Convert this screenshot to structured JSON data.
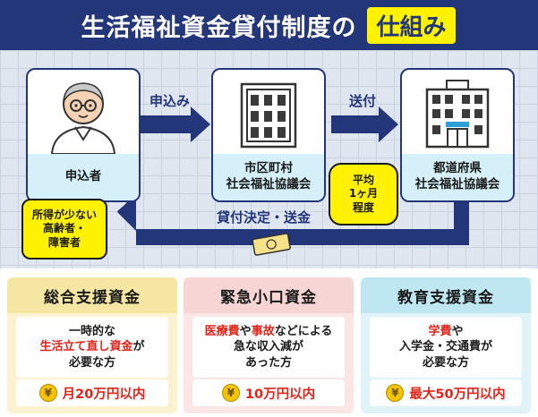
{
  "title": {
    "main": "生活福祉資金貸付制度の",
    "badge": "仕組み"
  },
  "flow": {
    "applicant": {
      "label": "申込者",
      "icon": "elderly-person-icon"
    },
    "municipal": {
      "line1": "市区町村",
      "line2": "社会福祉協議会",
      "icon": "office-building-icon"
    },
    "prefectural": {
      "line1": "都道府県",
      "line2": "社会福祉協議会",
      "icon": "government-building-icon"
    },
    "arrow_apply": "申込み",
    "arrow_send": "送付",
    "arrow_return": "貸付決定・送金",
    "callout_target": [
      "所得が少ない",
      "高齢者・",
      "障害者"
    ],
    "callout_period": [
      "平均",
      "1ヶ月",
      "程度"
    ],
    "money_icon": "cash-bill-icon"
  },
  "cards": [
    {
      "title": "総合支援資金",
      "body": [
        {
          "text": "一時的な",
          "highlight": false
        },
        {
          "segments": [
            {
              "t": "生活立て直し資金",
              "red": true
            },
            {
              "t": "が",
              "red": false
            }
          ]
        },
        {
          "text": "必要な方",
          "highlight": false
        }
      ],
      "amount": "月20万円以内",
      "head_color": "#f5e7a3",
      "bg_color": "#fbf3cf"
    },
    {
      "title": "緊急小口資金",
      "body": [
        {
          "segments": [
            {
              "t": "医療費",
              "red": true
            },
            {
              "t": "や",
              "red": false
            },
            {
              "t": "事故",
              "red": true
            },
            {
              "t": "などによる",
              "red": false
            }
          ]
        },
        {
          "text": "急な収入減が",
          "highlight": false
        },
        {
          "text": "あった方",
          "highlight": false
        }
      ],
      "amount": "10万円以内",
      "head_color": "#f7d5d5",
      "bg_color": "#fbe6e6"
    },
    {
      "title": "教育支援資金",
      "body": [
        {
          "segments": [
            {
              "t": "学費",
              "red": true
            },
            {
              "t": "や",
              "red": false
            }
          ]
        },
        {
          "text": "入学金・交通費が",
          "highlight": false
        },
        {
          "text": "必要な方",
          "highlight": false
        }
      ],
      "amount": "最大50万円以内",
      "head_color": "#bfe7f2",
      "bg_color": "#dff3f9"
    }
  ],
  "colors": {
    "navy": "#24367a",
    "yellow": "#fff200",
    "red": "#e2231a",
    "label_bg": "#d5f0f8"
  },
  "yen_icon": "¥"
}
